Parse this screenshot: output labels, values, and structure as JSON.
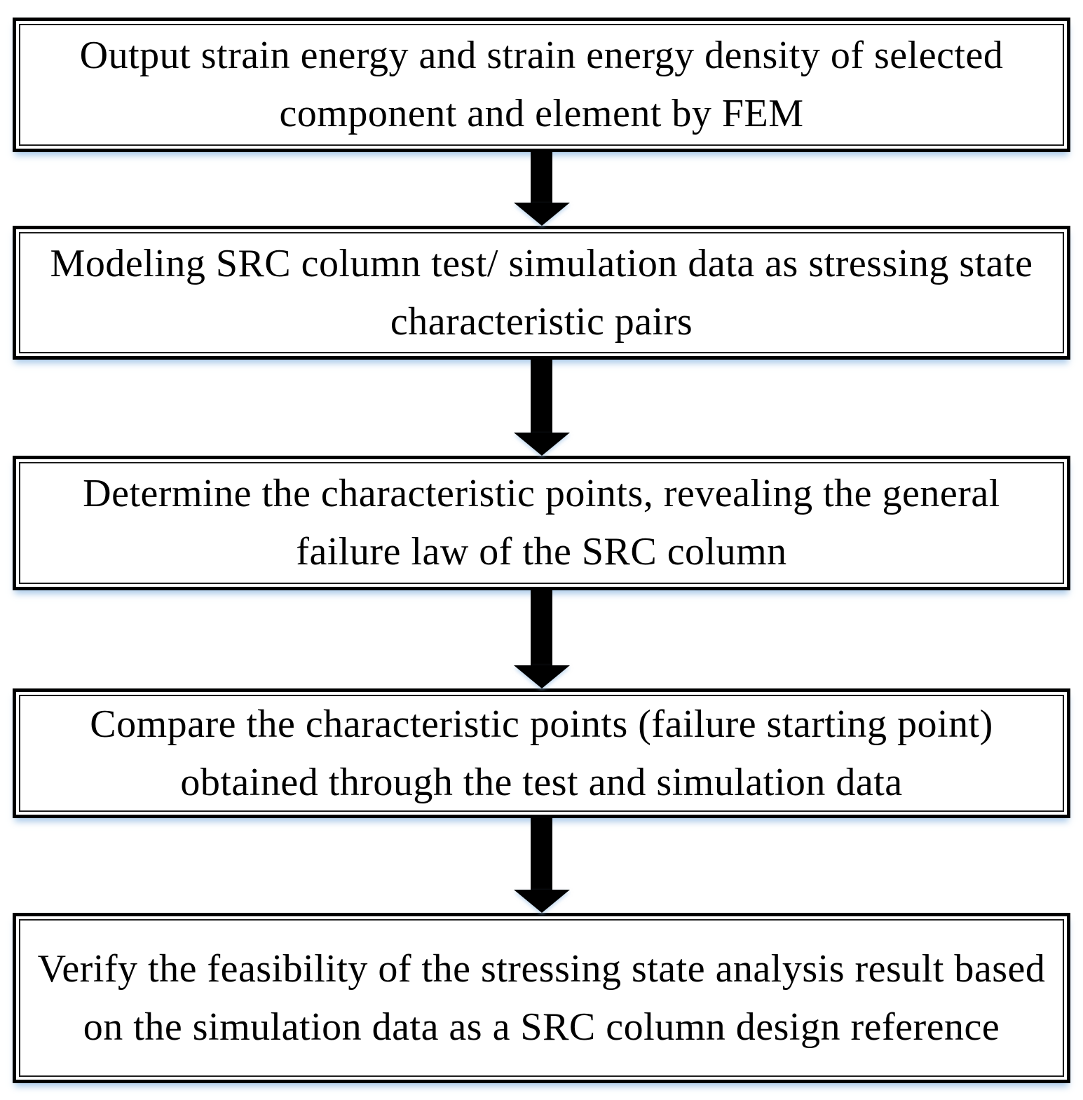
{
  "diagram": {
    "type": "flowchart",
    "direction": "top-down",
    "colors": {
      "box_border": "#000000",
      "box_fill": "#ffffff",
      "text": "#000000",
      "arrow": "#000000",
      "shadow_glow": "#8db8e2"
    },
    "steps": [
      {
        "id": 1,
        "text": "Output strain energy and strain energy density of selected component and element by FEM"
      },
      {
        "id": 2,
        "text": "Modeling SRC column test/ simulation data as stressing state characteristic pairs"
      },
      {
        "id": 3,
        "text": "Determine the characteristic points, revealing the general failure law of the SRC column"
      },
      {
        "id": 4,
        "text": "Compare the characteristic points (failure starting point) obtained through the test and simulation data"
      },
      {
        "id": 5,
        "text": "Verify the feasibility of the stressing state analysis result based on the simulation data as a SRC column design reference"
      }
    ],
    "connectors": [
      {
        "from": 1,
        "to": 2,
        "icon": "arrow-down-icon"
      },
      {
        "from": 2,
        "to": 3,
        "icon": "arrow-down-icon"
      },
      {
        "from": 3,
        "to": 4,
        "icon": "arrow-down-icon"
      },
      {
        "from": 4,
        "to": 5,
        "icon": "arrow-down-icon"
      }
    ]
  }
}
